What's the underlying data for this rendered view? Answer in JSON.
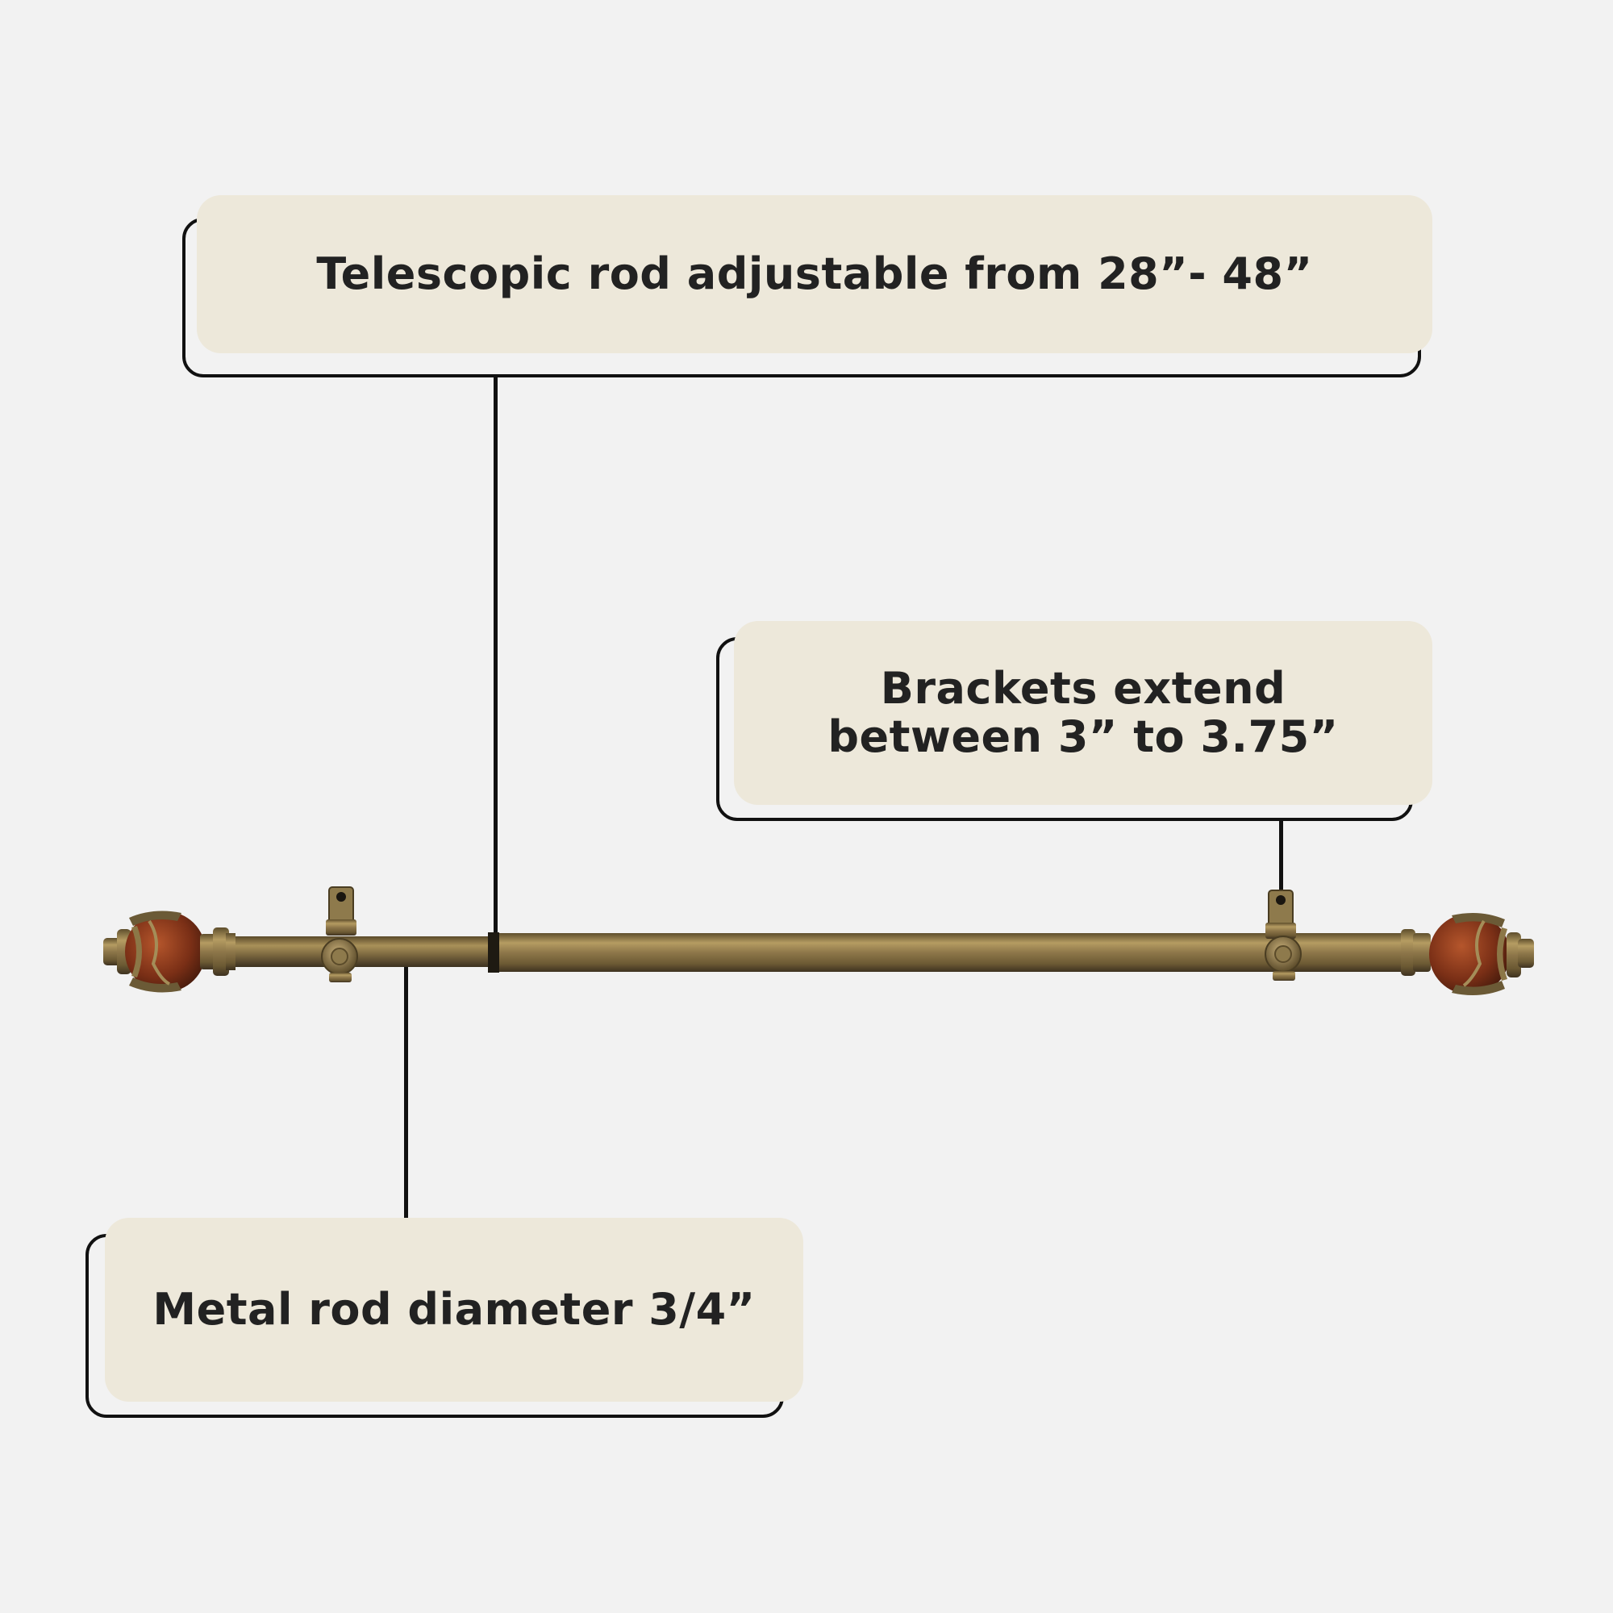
{
  "callouts": {
    "telescopic": {
      "text": "Telescopic rod adjustable from 28”- 48”"
    },
    "brackets": {
      "line1": "Brackets extend",
      "line2": "between 3” to 3.75”"
    },
    "diameter": {
      "text": "Metal rod diameter 3/4”"
    }
  },
  "colors": {
    "background": "#f2f2f2",
    "callout_fill": "#ede8da",
    "outline": "#111111",
    "text": "#222222",
    "rod_brass": "#a08a55",
    "finial_wood": "#8a3a1e"
  },
  "icons": {
    "rod": "curtain-rod-illustration",
    "finial": "finial-icon",
    "bracket": "bracket-icon"
  }
}
